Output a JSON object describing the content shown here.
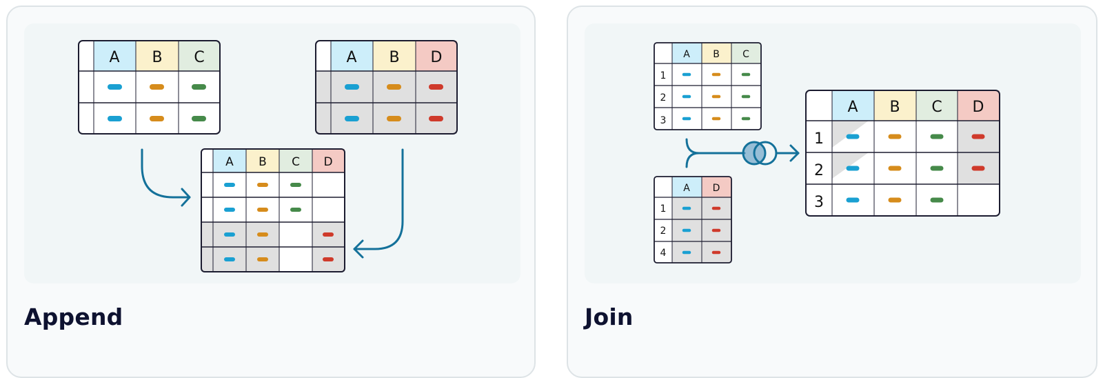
{
  "colors": {
    "A": "#cdeefa",
    "B": "#fbf1cc",
    "C": "#e1ede0",
    "D": "#f4cac4",
    "cell_gray": "#e0e0e0",
    "border": "#1b1b2f",
    "arrow": "#14719a",
    "dash_blue": "#1aa0d2",
    "dash_orange": "#d68c1c",
    "dash_green": "#468a4a",
    "dash_red": "#cf3a2b"
  },
  "append": {
    "title": "Append",
    "table_left": {
      "columns": [
        "A",
        "B",
        "C"
      ]
    },
    "table_right": {
      "columns": [
        "A",
        "B",
        "D"
      ]
    },
    "table_result": {
      "columns": [
        "A",
        "B",
        "C",
        "D"
      ]
    }
  },
  "join": {
    "title": "Join",
    "table_top": {
      "columns": [
        "A",
        "B",
        "C"
      ],
      "rows": [
        "1",
        "2",
        "3"
      ]
    },
    "table_bottom": {
      "columns": [
        "A",
        "D"
      ],
      "rows": [
        "1",
        "2",
        "4"
      ]
    },
    "table_result": {
      "columns": [
        "A",
        "B",
        "C",
        "D"
      ],
      "rows": [
        "1",
        "2",
        "3"
      ]
    }
  }
}
